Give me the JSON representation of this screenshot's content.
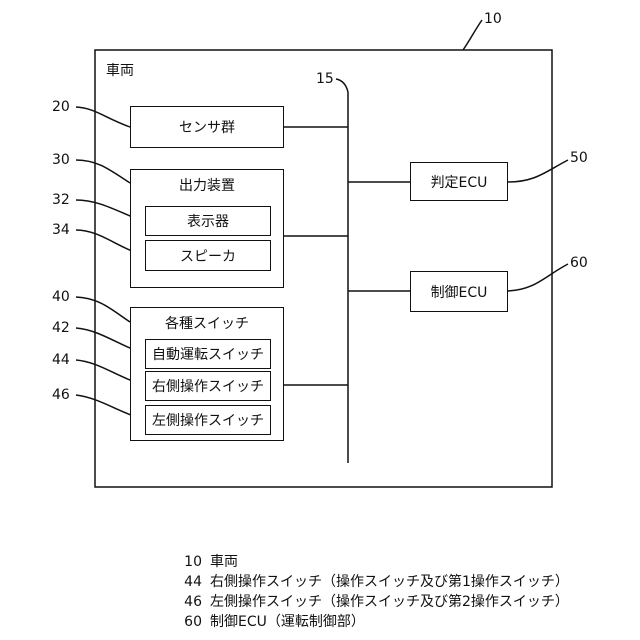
{
  "diagram": {
    "vehicle_label": "車両",
    "vehicle_ref": "10",
    "bus_ref": "15",
    "sensor": {
      "label": "センサ群",
      "ref": "20"
    },
    "output": {
      "title": "出力装置",
      "ref": "30",
      "display": {
        "label": "表示器",
        "ref": "32"
      },
      "speaker": {
        "label": "スピーカ",
        "ref": "34"
      }
    },
    "switches": {
      "title": "各種スイッチ",
      "ref": "40",
      "auto": {
        "label": "自動運転スイッチ",
        "ref": "42"
      },
      "right": {
        "label": "右側操作スイッチ",
        "ref": "44"
      },
      "left": {
        "label": "左側操作スイッチ",
        "ref": "46"
      }
    },
    "judge": {
      "label": "判定ECU",
      "ref": "50"
    },
    "control": {
      "label": "制御ECU",
      "ref": "60"
    }
  },
  "legend": [
    {
      "num": "10",
      "text": "車両"
    },
    {
      "num": "44",
      "text": "右側操作スイッチ（操作スイッチ及び第1操作スイッチ）"
    },
    {
      "num": "46",
      "text": "左側操作スイッチ（操作スイッチ及び第2操作スイッチ）"
    },
    {
      "num": "60",
      "text": "制御ECU（運転制御部）"
    }
  ]
}
